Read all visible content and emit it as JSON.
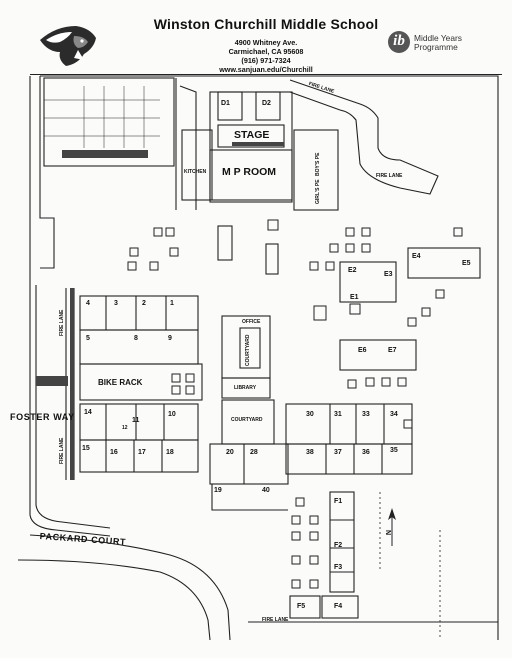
{
  "header": {
    "title": "Winston Churchill Middle School",
    "address_line1": "4900 Whitney Ave.",
    "address_line2": "Carmichael, CA 95608",
    "phone": "(916) 971-7324",
    "website": "www.sanjuan.edu/Churchill",
    "program_logo_letters": "ib",
    "program_line1": "Middle Years",
    "program_line2": "Programme"
  },
  "buildings": {
    "stage": "STAGE",
    "mp_room": "M P ROOM",
    "kitchen": "KITCHEN",
    "boys_pe": "BOY'S PE",
    "girls_pe": "GIRL'S PE",
    "d1": "D1",
    "d2": "D2",
    "office": "OFFICE",
    "courtyard_inner": "COURTYARD",
    "courtyard_south": "COURTYARD",
    "library": "LIBRARY",
    "bike_rack": "BIKE RACK"
  },
  "rooms": {
    "e1": "E1",
    "e2": "E2",
    "e3": "E3",
    "e4": "E4",
    "e5": "E5",
    "e6": "E6",
    "e7": "E7",
    "r4": "4",
    "r3": "3",
    "r2": "2",
    "r1": "1",
    "r5": "5",
    "r8": "8",
    "r9": "9",
    "r14": "14",
    "r11": "11",
    "r12": "12",
    "r10": "10",
    "r15": "15",
    "r16": "16",
    "r17": "17",
    "r18": "18",
    "r20": "20",
    "r28": "28",
    "r19": "19",
    "r40": "40",
    "r30": "30",
    "r31": "31",
    "r33": "33",
    "r34": "34",
    "r38": "38",
    "r37": "37",
    "r36": "36",
    "r35": "35",
    "f1": "F1",
    "f2": "F2",
    "f3": "F3",
    "f4": "F4",
    "f5": "F5"
  },
  "roads": {
    "foster_way": "FOSTER WAY",
    "packard_court": "PACKARD COURT",
    "fire_lane_ne": "FIRE LANE",
    "fire_lane_east": "FIRE LANE",
    "fire_lane_west_top": "FIRE LANE",
    "fire_lane_west_bottom": "FIRE LANE",
    "fire_lane_south": "FIRE LANE"
  },
  "compass": {
    "north": "N"
  },
  "colors": {
    "line": "#222222",
    "dark_fill": "#444444"
  }
}
